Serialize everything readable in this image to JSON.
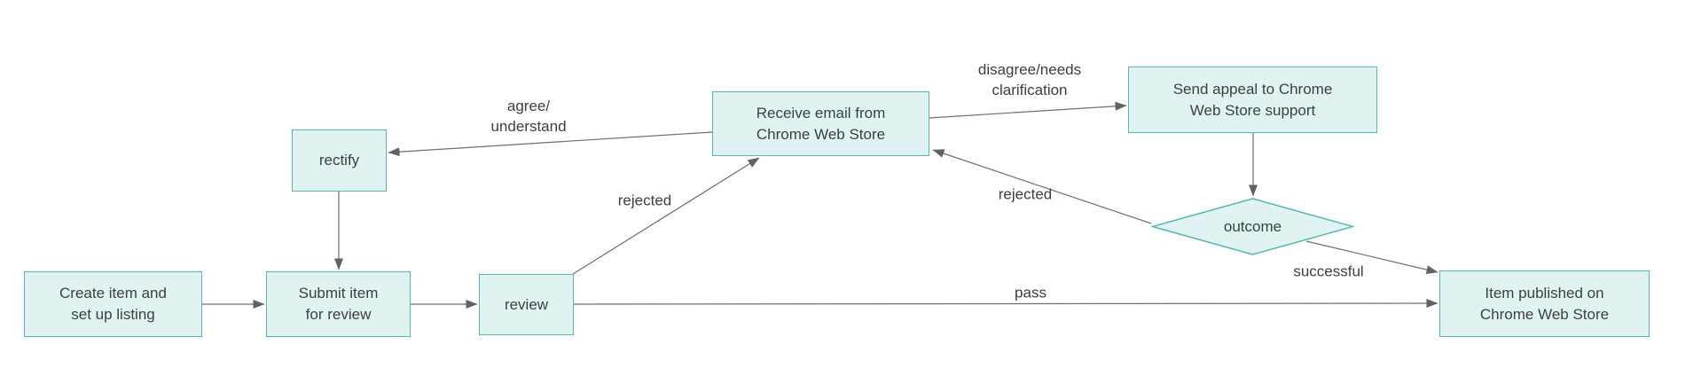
{
  "diagram": {
    "type": "flowchart",
    "colors": {
      "background": "#ffffff",
      "node_fill": "#e0f2f1",
      "node_border": "#58b7ae",
      "arrow": "#6b6f72",
      "text": "#3c4043"
    },
    "nodes": {
      "create": {
        "label": "Create item and\nset up listing",
        "shape": "rectangle"
      },
      "submit": {
        "label": "Submit item\nfor review",
        "shape": "rectangle"
      },
      "review": {
        "label": "review",
        "shape": "rectangle"
      },
      "rectify": {
        "label": "rectify",
        "shape": "rectangle"
      },
      "receive": {
        "label": "Receive email from\nChrome Web Store",
        "shape": "rectangle"
      },
      "appeal": {
        "label": "Send appeal to Chrome\nWeb Store support",
        "shape": "rectangle"
      },
      "outcome": {
        "label": "outcome",
        "shape": "diamond"
      },
      "published": {
        "label": "Item published on\nChrome Web Store",
        "shape": "rectangle"
      }
    },
    "edge_labels": {
      "agree": "agree/\nunderstand",
      "rejected_review": "rejected",
      "disagree": "disagree/needs\nclarification",
      "rejected_outcome": "rejected",
      "successful": "successful",
      "pass": "pass"
    },
    "edges": [
      {
        "from": "create",
        "to": "submit",
        "label": ""
      },
      {
        "from": "submit",
        "to": "review",
        "label": ""
      },
      {
        "from": "rectify",
        "to": "submit",
        "label": ""
      },
      {
        "from": "review",
        "to": "receive",
        "label": "rejected"
      },
      {
        "from": "receive",
        "to": "rectify",
        "label": "agree/understand"
      },
      {
        "from": "receive",
        "to": "appeal",
        "label": "disagree/needs clarification"
      },
      {
        "from": "appeal",
        "to": "outcome",
        "label": ""
      },
      {
        "from": "outcome",
        "to": "receive",
        "label": "rejected"
      },
      {
        "from": "outcome",
        "to": "published",
        "label": "successful"
      },
      {
        "from": "review",
        "to": "published",
        "label": "pass"
      }
    ]
  }
}
